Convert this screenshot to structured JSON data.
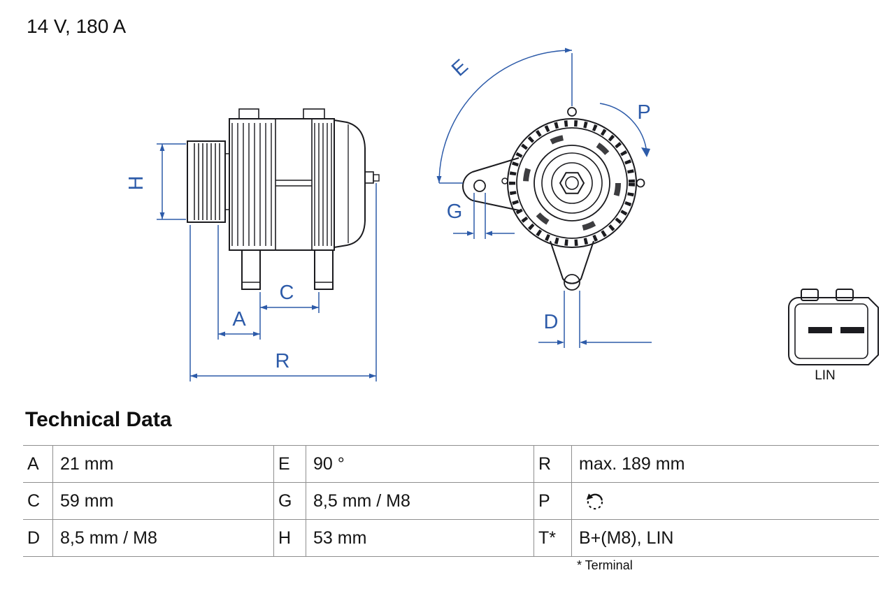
{
  "title": "14 V, 180 A",
  "diagram": {
    "dimension_labels": {
      "H": "H",
      "A": "A",
      "C": "C",
      "R": "R",
      "E": "E",
      "G": "G",
      "P": "P",
      "D": "D"
    },
    "connector_label": "LIN",
    "colors": {
      "dimension": "#2d5ba9",
      "line": "#1b1b1f"
    }
  },
  "table": {
    "heading": "Technical Data",
    "rows": [
      {
        "c0k": "A",
        "c0v": "21 mm",
        "c1k": "E",
        "c1v": "90 °",
        "c2k": "R",
        "c2v": "max. 189 mm"
      },
      {
        "c0k": "C",
        "c0v": "59 mm",
        "c1k": "G",
        "c1v": "8,5 mm / M8",
        "c2k": "P",
        "c2v": ""
      },
      {
        "c0k": "D",
        "c0v": "8,5 mm / M8",
        "c1k": "H",
        "c1v": "53 mm",
        "c2k": "T*",
        "c2v": "B+(M8), LIN"
      }
    ],
    "p_icon": "rotation-direction-icon",
    "footnote": "* Terminal"
  }
}
